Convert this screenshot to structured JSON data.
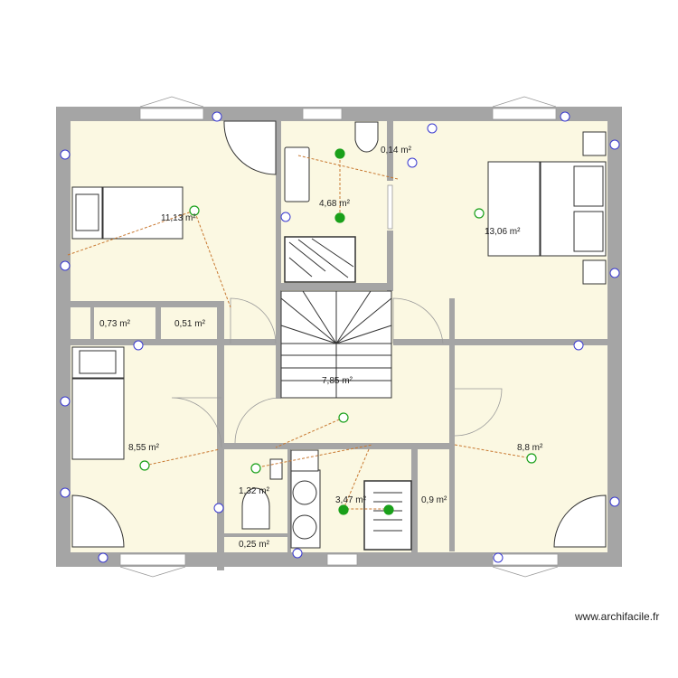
{
  "plan": {
    "rooms": [
      {
        "name": "bedroom-top-left",
        "area": "11,13 m²"
      },
      {
        "name": "bathroom-top",
        "area": "4,68 m²"
      },
      {
        "name": "closet-top-right",
        "area": "0,14 m²"
      },
      {
        "name": "bedroom-top-right",
        "area": "13,06 m²"
      },
      {
        "name": "closet-left",
        "area": "0,73 m²"
      },
      {
        "name": "closet-middle",
        "area": "0,51 m²"
      },
      {
        "name": "hallway-stairs",
        "area": "7,85 m²"
      },
      {
        "name": "bedroom-bottom-left",
        "area": "8,55 m²"
      },
      {
        "name": "bedroom-bottom-right",
        "area": "8,8 m²"
      },
      {
        "name": "wc",
        "area": "1,32 m²"
      },
      {
        "name": "bathroom-bottom",
        "area": "3,47 m²"
      },
      {
        "name": "closet-bottom",
        "area": "0,9 m²"
      },
      {
        "name": "storage-bottom",
        "area": "0,25 m²"
      }
    ],
    "colors": {
      "wall": "#a5a5a5",
      "floor": "#fbf8e2",
      "outlet": "#3a3ad0",
      "lamp": "#1aa01a",
      "wiring": "#c87830"
    }
  },
  "watermark": "www.archifacile.fr"
}
